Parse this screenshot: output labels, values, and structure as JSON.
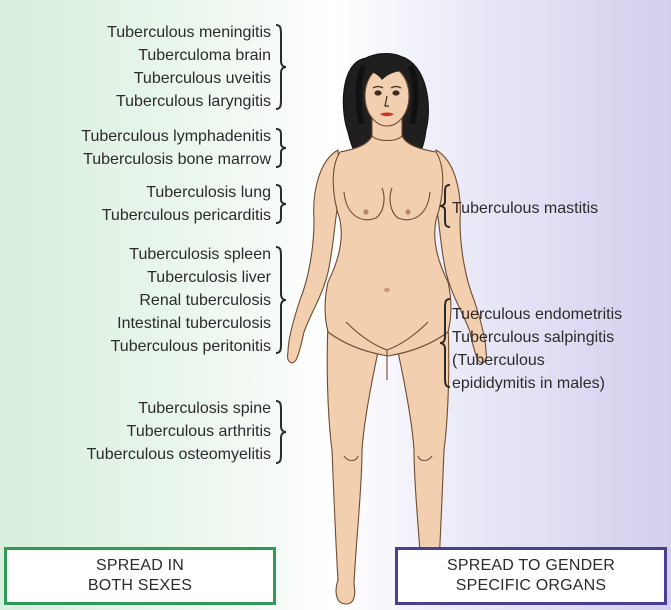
{
  "left_groups": [
    {
      "items": [
        "Tuberculous meningitis",
        "Tuberculoma brain",
        "Tuberculous uveitis",
        "Tuberculous laryngitis"
      ]
    },
    {
      "items": [
        "Tuberculous  lymphadenitis",
        "Tuberculosis bone marrow"
      ]
    },
    {
      "items": [
        "Tuberculosis lung",
        "Tuberculous pericarditis"
      ]
    },
    {
      "items": [
        "Tuberculosis spleen",
        "Tuberculosis liver",
        "Renal tuberculosis",
        "Intestinal tuberculosis",
        "Tuberculous peritonitis"
      ]
    },
    {
      "items": [
        "Tuberculosis spine",
        "Tuberculous arthritis",
        "Tuberculous osteomyelitis"
      ]
    }
  ],
  "right_groups": [
    {
      "items": [
        "Tuberculous mastitis"
      ]
    },
    {
      "items": [
        "Tuerculous endometritis",
        "Tuberculous salpingitis",
        "(Tuberculous",
        "epididymitis in males)"
      ]
    }
  ],
  "captions": {
    "left": {
      "line1": "SPREAD IN",
      "line2": "BOTH SEXES"
    },
    "right": {
      "line1": "SPREAD TO GENDER",
      "line2": "SPECIFIC ORGANS"
    }
  },
  "colors": {
    "left_panel": "#d8eedd",
    "right_panel": "#d3d0ee",
    "left_caption_border": "#2e9a55",
    "right_caption_border": "#4a3f94",
    "skin": "#f2cfae",
    "hair": "#1f1f1f"
  }
}
